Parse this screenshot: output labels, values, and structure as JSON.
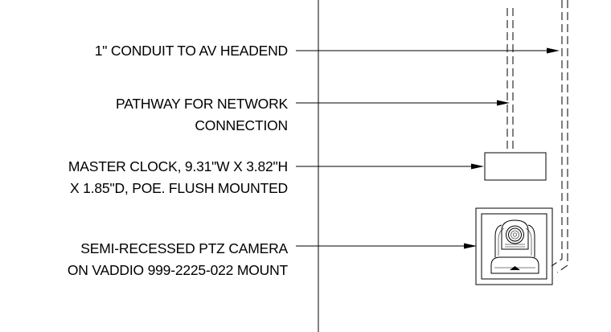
{
  "annotations": [
    {
      "lines": [
        "1\" CONDUIT TO AV HEADEND"
      ]
    },
    {
      "lines": [
        "PATHWAY FOR NETWORK",
        "CONNECTION"
      ]
    },
    {
      "lines": [
        "MASTER CLOCK, 9.31\"W X 3.82\"H",
        "X 1.85\"D, POE. FLUSH MOUNTED"
      ]
    },
    {
      "lines": [
        "SEMI-RECESSED PTZ CAMERA",
        "ON VADDIO 999-2225-022 MOUNT"
      ]
    }
  ]
}
